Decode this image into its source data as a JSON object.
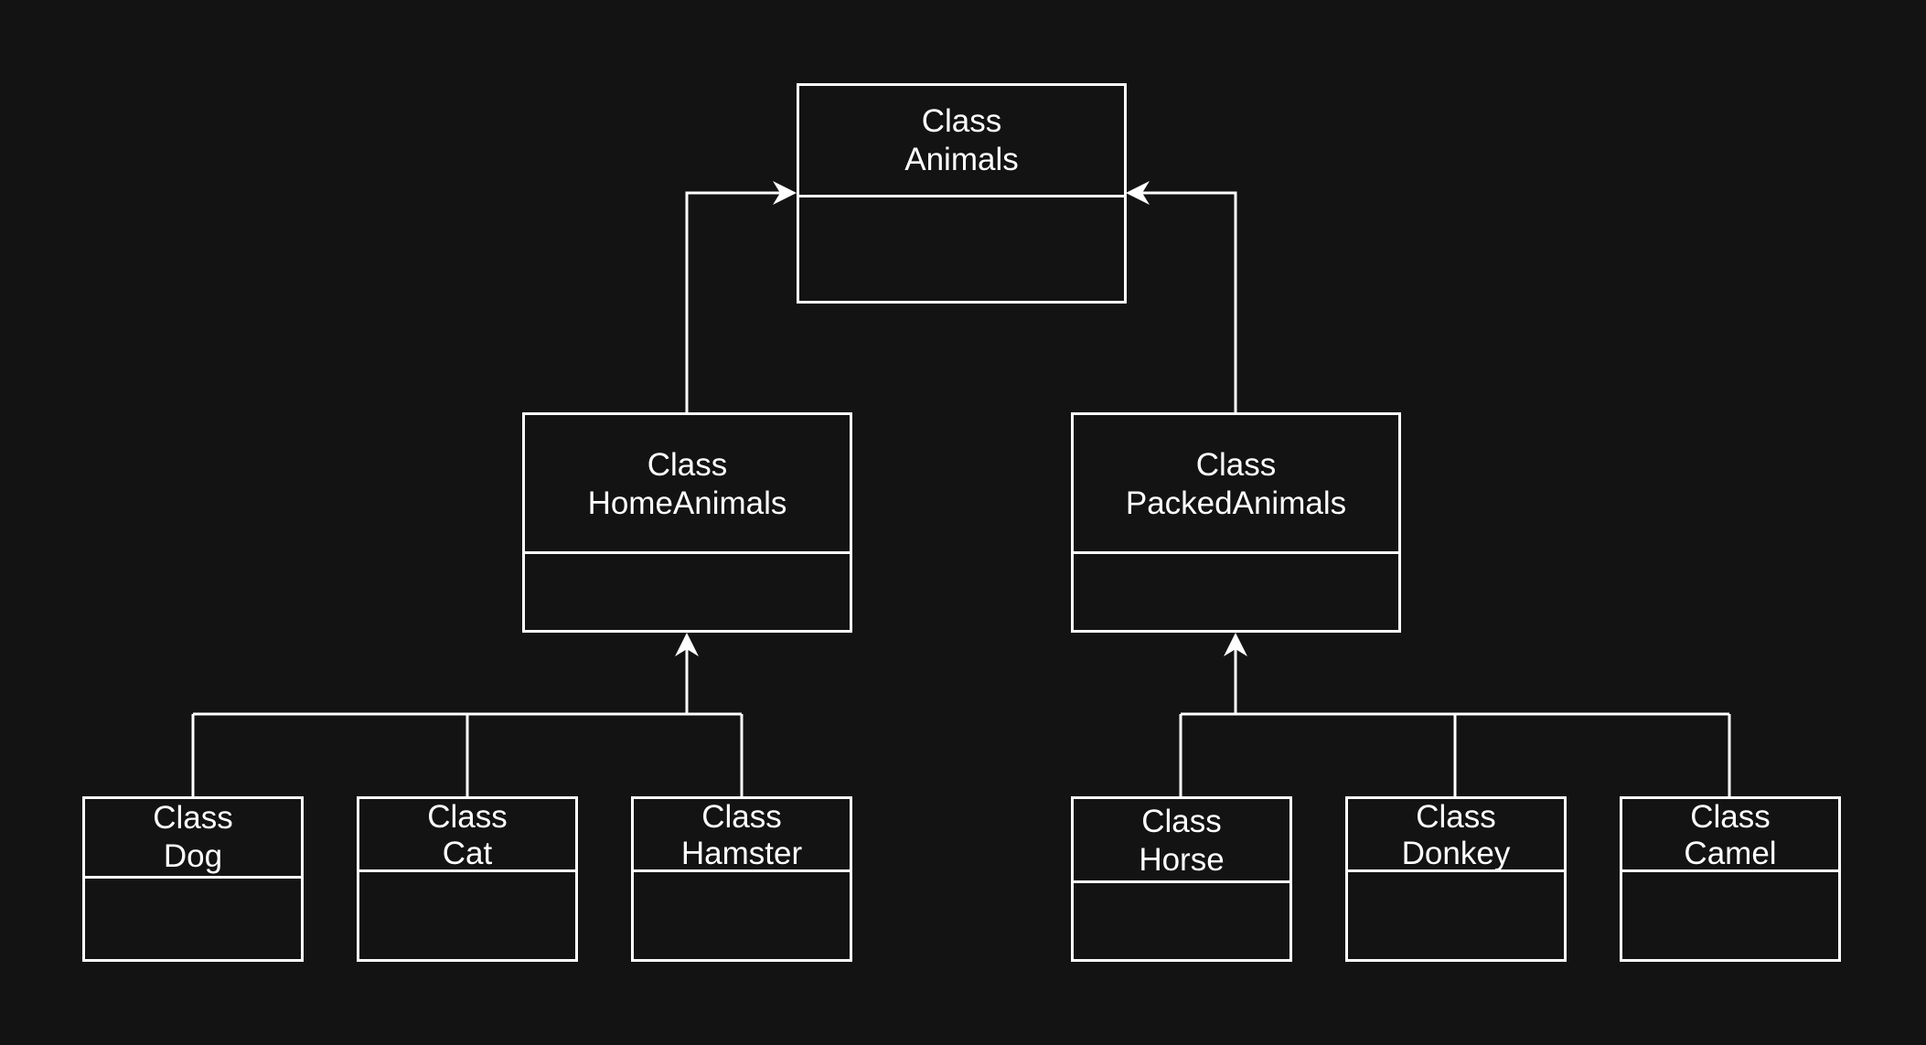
{
  "diagram": {
    "nodes": [
      {
        "id": "animals",
        "line1": "Class",
        "line2": "Animals"
      },
      {
        "id": "home-animals",
        "line1": "Class",
        "line2": "HomeAnimals"
      },
      {
        "id": "packed-animals",
        "line1": "Class",
        "line2": "PackedAnimals"
      },
      {
        "id": "dog",
        "line1": "Class",
        "line2": "Dog"
      },
      {
        "id": "cat",
        "line1": "Class",
        "line2": "Cat"
      },
      {
        "id": "hamster",
        "line1": "Class",
        "line2": "Hamster"
      },
      {
        "id": "horse",
        "line1": "Class",
        "line2": "Horse"
      },
      {
        "id": "donkey",
        "line1": "Class",
        "line2": "Donkey"
      },
      {
        "id": "camel",
        "line1": "Class",
        "line2": "Camel"
      }
    ],
    "edges": [
      {
        "from": "home-animals",
        "to": "animals",
        "type": "inheritance"
      },
      {
        "from": "packed-animals",
        "to": "animals",
        "type": "inheritance"
      },
      {
        "from": "dog",
        "to": "home-animals",
        "type": "inheritance"
      },
      {
        "from": "cat",
        "to": "home-animals",
        "type": "inheritance"
      },
      {
        "from": "hamster",
        "to": "home-animals",
        "type": "inheritance"
      },
      {
        "from": "horse",
        "to": "packed-animals",
        "type": "inheritance"
      },
      {
        "from": "donkey",
        "to": "packed-animals",
        "type": "inheritance"
      },
      {
        "from": "camel",
        "to": "packed-animals",
        "type": "inheritance"
      }
    ],
    "colors": {
      "background": "#131313",
      "stroke": "#ffffff",
      "text": "#ffffff"
    }
  }
}
